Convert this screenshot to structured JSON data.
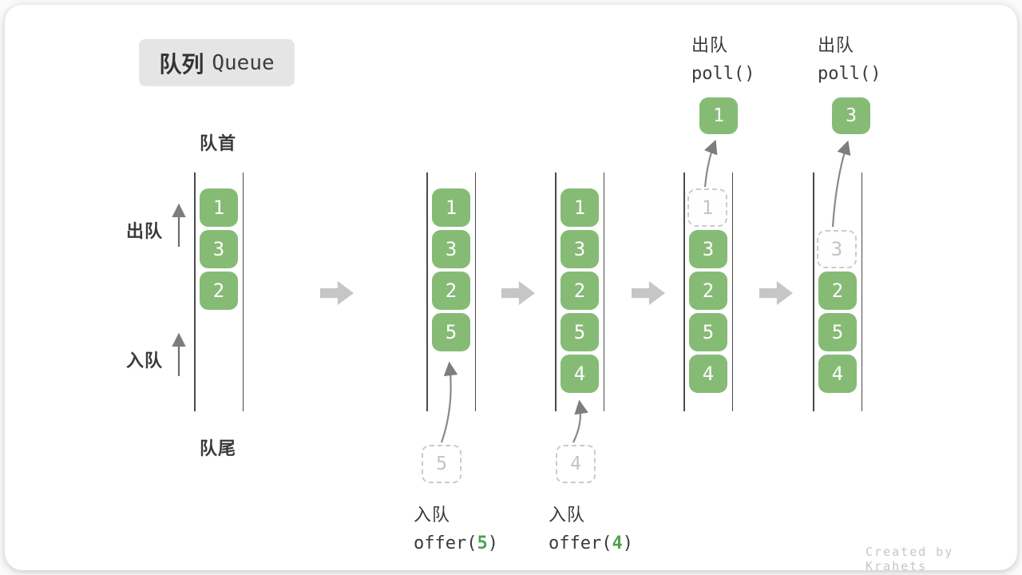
{
  "title": {
    "zh": "队列",
    "en": "Queue"
  },
  "side_labels": {
    "front": "队首",
    "rear": "队尾",
    "dequeue": "出队",
    "enqueue": "入队"
  },
  "queues": [
    {
      "cells": [
        "1",
        "3",
        "2"
      ]
    },
    {
      "cells": [
        "1",
        "3",
        "2",
        "5"
      ]
    },
    {
      "cells": [
        "1",
        "3",
        "2",
        "5",
        "4"
      ]
    },
    {
      "ghost": "1",
      "cells": [
        "3",
        "2",
        "5",
        "4"
      ],
      "out": "1"
    },
    {
      "ghost": "3",
      "cells": [
        "2",
        "5",
        "4"
      ],
      "out": "3"
    }
  ],
  "operations": {
    "enqueue5": {
      "label": "入队",
      "fn_open": "offer(",
      "arg": "5",
      "fn_close": ")",
      "pending": "5"
    },
    "enqueue4": {
      "label": "入队",
      "fn_open": "offer(",
      "arg": "4",
      "fn_close": ")",
      "pending": "4"
    },
    "poll1": {
      "label": "出队",
      "fn": "poll()"
    },
    "poll2": {
      "label": "出队",
      "fn": "poll()"
    }
  },
  "watermark": "Created by Krahets",
  "colors": {
    "cell_green": "#86BB76",
    "code_arg_green": "#4EA34E",
    "block_arrow_gray": "#C6C6C6",
    "thin_arrow_gray": "#7D7D7D",
    "ghost_border": "#CBCBCB",
    "title_bg": "#E5E5E5",
    "text_dark": "#3A3A3A",
    "watermark_gray": "#C6C6C6"
  }
}
